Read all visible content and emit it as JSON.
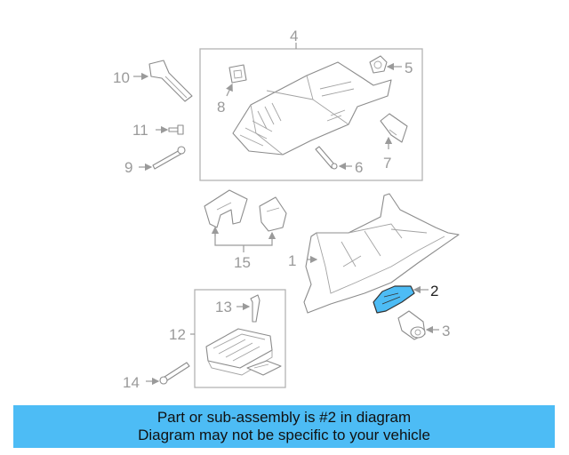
{
  "callouts": {
    "c1": "1",
    "c2": "2",
    "c3": "3",
    "c4": "4",
    "c5": "5",
    "c6": "6",
    "c7": "7",
    "c8": "8",
    "c9": "9",
    "c10": "10",
    "c11": "11",
    "c12": "12",
    "c13": "13",
    "c14": "14",
    "c15": "15"
  },
  "highlight_part": "2",
  "colors": {
    "highlight": "#4dbcf5",
    "banner": "#4dbcf5",
    "line": "#9a9a9a"
  },
  "banner": {
    "line1": "Part or sub-assembly is #2 in diagram",
    "line2": "Diagram may not be specific to your vehicle"
  }
}
